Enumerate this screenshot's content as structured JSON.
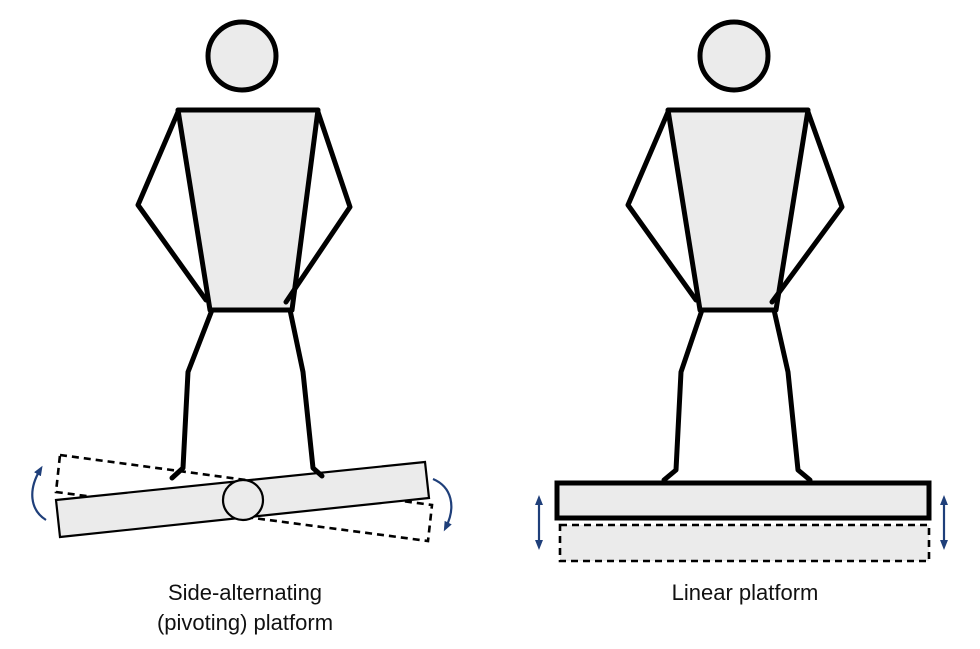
{
  "diagram": {
    "left_panel": {
      "caption_line1": "Side-alternating",
      "caption_line2": "(pivoting) platform"
    },
    "right_panel": {
      "caption": "Linear platform"
    }
  },
  "colors": {
    "fill": "#ebebeb",
    "stroke": "#000000",
    "arrow": "#1f3f7a"
  }
}
